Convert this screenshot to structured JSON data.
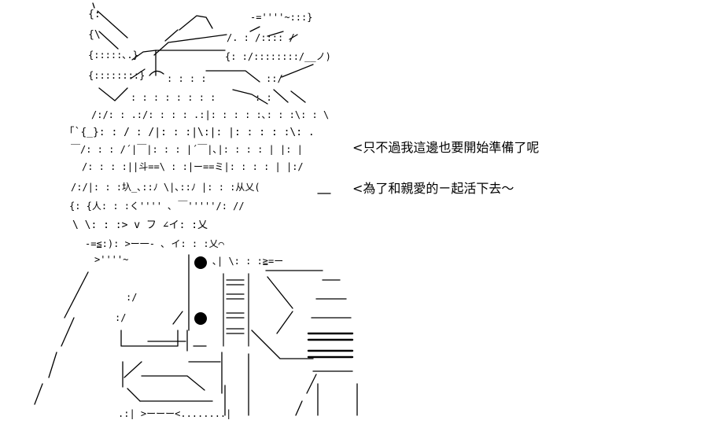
{
  "speech": [
    {
      "text": "<只不過我這邊也要開始準備了呢"
    },
    {
      "text": "<為了和親愛的ㄧ起活下去～"
    }
  ],
  "art": {
    "subject": "ascii-art-character",
    "ink_color": "#000000",
    "background_color": "#ffffff"
  }
}
